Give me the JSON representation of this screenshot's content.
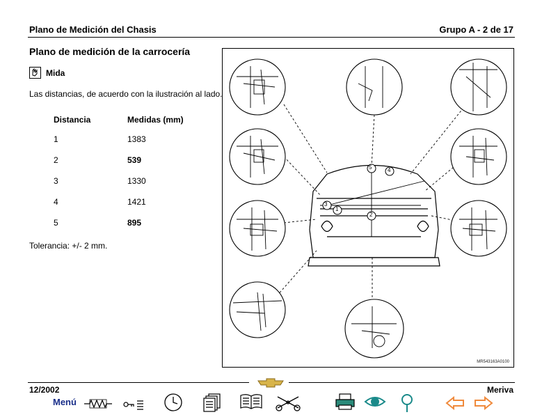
{
  "header": {
    "section": "Plano de Medición del Chasis",
    "page_ref": "Grupo A - 2 de 17"
  },
  "page_title": "Plano de medición de la carrocería",
  "instruction": {
    "icon": "measure-icon",
    "label": "Mida"
  },
  "intro_text": "Las distancias, de acuerdo con la ilustración al lado.",
  "table": {
    "headers": [
      "Distancia",
      "Medidas (mm)"
    ],
    "rows": [
      {
        "distance": "1",
        "value": "1383"
      },
      {
        "distance": "2",
        "value": "539"
      },
      {
        "distance": "3",
        "value": "1330"
      },
      {
        "distance": "4",
        "value": "1421"
      },
      {
        "distance": "5",
        "value": "895"
      }
    ]
  },
  "tolerance": "Tolerancia: +/- 2 mm.",
  "figure": {
    "code": "MR543163A0100",
    "callouts": [
      "1",
      "2",
      "3",
      "4",
      "5"
    ]
  },
  "footer": {
    "date": "12/2002",
    "model": "Meriva",
    "menu_label": "Menú"
  },
  "toolbar": [
    "resistor-icon",
    "key-list-icon",
    "clock-icon",
    "documents-icon",
    "book-icon",
    "vehicle-lift-icon",
    "printer-icon",
    "eye-icon",
    "magnifier-icon",
    "arrow-left-icon",
    "arrow-right-icon"
  ],
  "colors": {
    "menu_text": "#1a2f8a",
    "arrow": "#f08a3c",
    "eye": "#1a8a8a",
    "logo": "#d8b44a"
  }
}
